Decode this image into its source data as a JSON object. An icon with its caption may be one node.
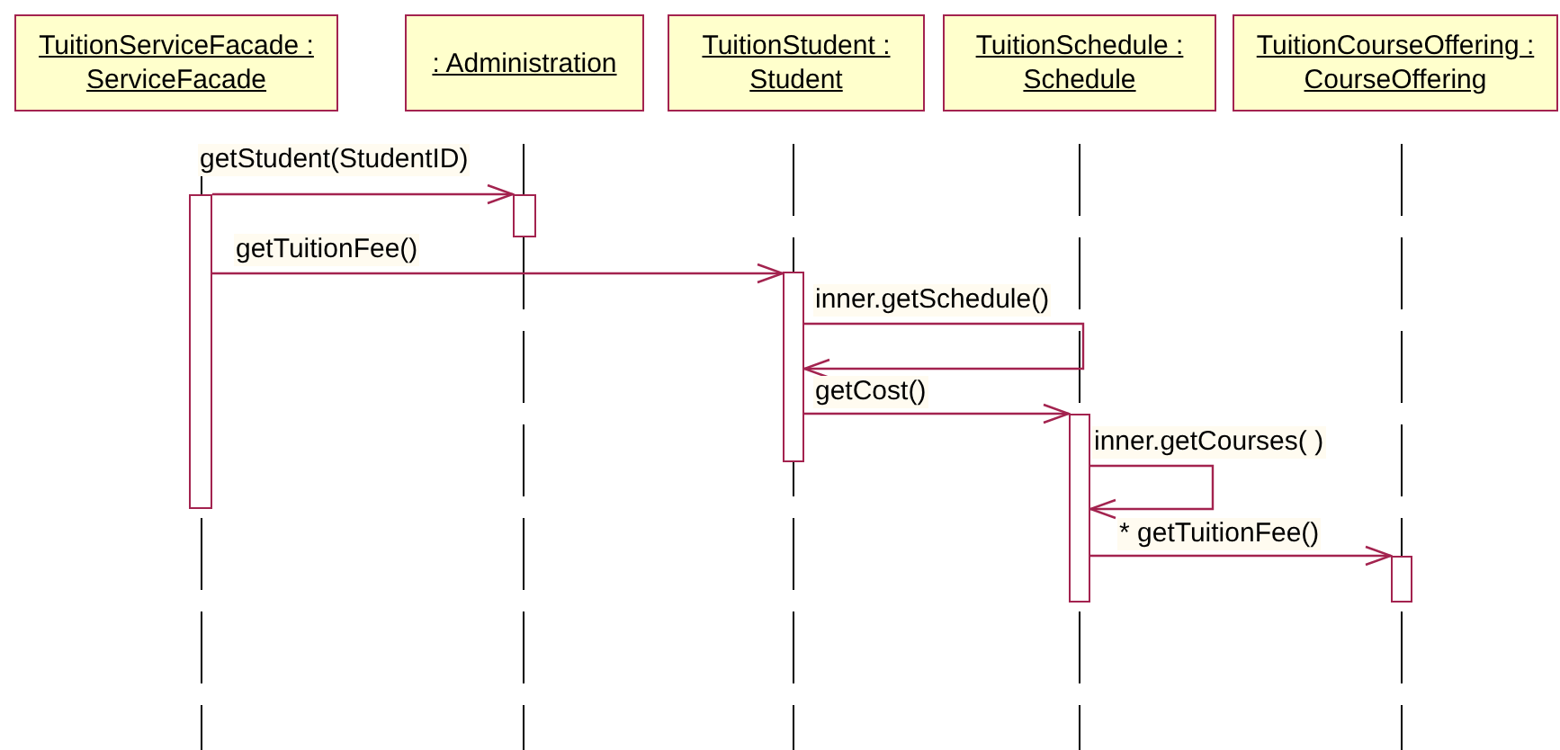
{
  "diagram": {
    "nodes": [
      {
        "text": [
          "TuitionServiceFacade : ServiceFacade"
        ]
      },
      {
        "text": [
          ": Administration"
        ]
      },
      {
        "text": [
          "TuitionStudent : Student"
        ]
      },
      {
        "text": [
          "TuitionSchedule : Schedule"
        ]
      },
      {
        "text": [
          "TuitionCourseOffering : CourseOffering"
        ]
      },
      {
        "text": [],
        "shape": "bar"
      },
      {
        "text": [],
        "shape": "bar"
      },
      {
        "text": [],
        "shape": "bar"
      },
      {
        "text": [],
        "shape": "bar"
      },
      {
        "text": [],
        "shape": "bar"
      }
    ],
    "edges": [
      {
        "from": 5,
        "to": 6,
        "arrow": "to",
        "label": "getStudent(StudentID)"
      },
      {
        "from": 5,
        "to": 7,
        "arrow": "to",
        "label": "getTuitionFee()"
      },
      {
        "from": 7,
        "to": 7,
        "arrow": "to",
        "label": "inner.getSchedule()"
      },
      {
        "from": 7,
        "to": 8,
        "arrow": "to",
        "label": "getCost()"
      },
      {
        "from": 8,
        "to": 8,
        "arrow": "to",
        "label": "inner.getCourses( )"
      },
      {
        "from": 8,
        "to": 9,
        "arrow": "to",
        "label": "* getTuitionFee()"
      }
    ]
  }
}
